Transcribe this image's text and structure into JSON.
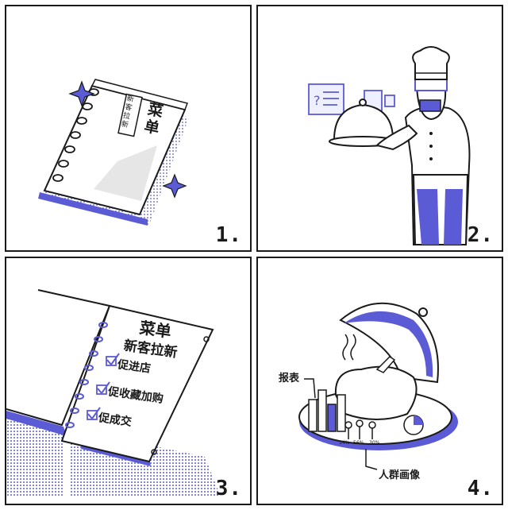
{
  "panels": [
    {
      "number": "1.",
      "menu_title": "菜单",
      "tag": "新客拉新"
    },
    {
      "number": "2."
    },
    {
      "number": "3.",
      "menu_title": "菜单",
      "menu_subtitle": "新客拉新",
      "checklist": [
        "促进店",
        "促收藏加购",
        "促成交"
      ]
    },
    {
      "number": "4.",
      "label_report": "报表",
      "label_persona": "人群画像",
      "percents": [
        "14%",
        "56%",
        "30%"
      ]
    }
  ],
  "colors": {
    "accent": "#5b5bd6",
    "ink": "#1a1a1a"
  }
}
